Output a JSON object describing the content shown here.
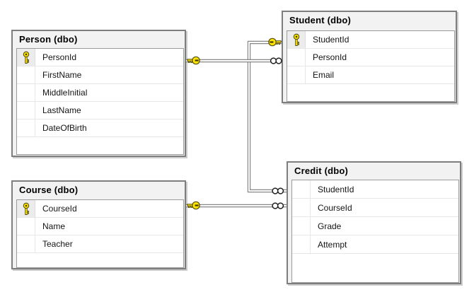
{
  "tables": [
    {
      "id": "person",
      "title": "Person (dbo)",
      "columns": [
        {
          "name": "PersonId",
          "pk": true
        },
        {
          "name": "FirstName",
          "pk": false
        },
        {
          "name": "MiddleInitial",
          "pk": false
        },
        {
          "name": "LastName",
          "pk": false
        },
        {
          "name": "DateOfBirth",
          "pk": false
        }
      ]
    },
    {
      "id": "student",
      "title": "Student (dbo)",
      "columns": [
        {
          "name": "StudentId",
          "pk": true
        },
        {
          "name": "PersonId",
          "pk": false
        },
        {
          "name": "Email",
          "pk": false
        }
      ]
    },
    {
      "id": "course",
      "title": "Course (dbo)",
      "columns": [
        {
          "name": "CourseId",
          "pk": true
        },
        {
          "name": "Name",
          "pk": false
        },
        {
          "name": "Teacher",
          "pk": false
        }
      ]
    },
    {
      "id": "credit",
      "title": "Credit (dbo)",
      "columns": [
        {
          "name": "StudentId",
          "pk": false
        },
        {
          "name": "CourseId",
          "pk": false
        },
        {
          "name": "Grade",
          "pk": false
        },
        {
          "name": "Attempt",
          "pk": false
        }
      ]
    }
  ],
  "relations": [
    {
      "id": "fk-student-person",
      "one_side": "Person.PersonId",
      "many_side": "Student.PersonId",
      "one_marker": "key",
      "many_marker": "infinity"
    },
    {
      "id": "fk-credit-student",
      "one_side": "Student.StudentId",
      "many_side": "Credit.StudentId",
      "one_marker": "key",
      "many_marker": "infinity"
    },
    {
      "id": "fk-credit-course",
      "one_side": "Course.CourseId",
      "many_side": "Credit.CourseId",
      "one_marker": "key",
      "many_marker": "infinity"
    }
  ],
  "icons": {
    "primary_key": "key-icon",
    "relation_one_end": "key-icon",
    "relation_many_end": "infinity-icon"
  },
  "colors": {
    "background": "#ffffff",
    "table_fill": "#f2f2f2",
    "table_border": "#7e7e7e",
    "grid_border": "#9b9b9b",
    "row_separator": "#e7e7e7",
    "pk_cell_fill": "#ececec",
    "connector_gray": "#878787",
    "key_yellow": "#ffe400",
    "key_outline": "#55500f",
    "text": "#141414"
  }
}
